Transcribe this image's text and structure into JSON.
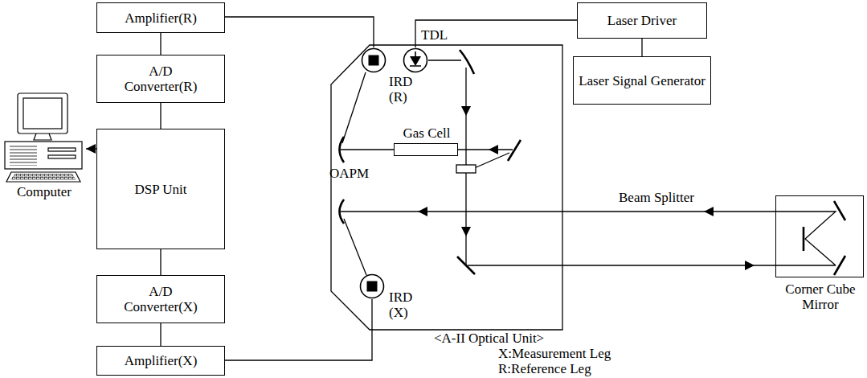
{
  "diagram": {
    "nodes": [
      {
        "text": [
          "Amplifier(R)"
        ]
      },
      {
        "text": [
          "A/D Converter(R)"
        ]
      },
      {
        "text": [
          "DSP Unit"
        ]
      },
      {
        "text": [
          "A/D Converter(X)"
        ]
      },
      {
        "text": [
          "Amplifier(X)"
        ]
      },
      {
        "text": [
          "Computer"
        ]
      },
      {
        "text": [
          "<A-II Optical Unit>"
        ]
      },
      {
        "text": [
          "IRD (R)"
        ],
        "in": 6
      },
      {
        "text": [
          "TDL"
        ],
        "in": 6
      },
      {
        "text": [
          "Gas Cell"
        ],
        "in": 6
      },
      {
        "text": [
          "IRD (X)"
        ],
        "in": 6
      },
      {
        "text": [
          "Laser Driver"
        ]
      },
      {
        "text": [
          "Laser Signal Generator"
        ]
      },
      {
        "text": [
          "Corner Cube Mirror"
        ]
      }
    ],
    "edges": [
      {
        "from": 0,
        "to": 1,
        "arrow": "none"
      },
      {
        "from": 1,
        "to": 2,
        "arrow": "none"
      },
      {
        "from": 2,
        "to": 3,
        "arrow": "none"
      },
      {
        "from": 3,
        "to": 4,
        "arrow": "none"
      },
      {
        "from": 2,
        "to": 5,
        "arrow": "to"
      },
      {
        "from": 0,
        "to": 7,
        "arrow": "none"
      },
      {
        "from": 4,
        "to": 10,
        "arrow": "none"
      },
      {
        "from": 11,
        "to": 8,
        "arrow": "none"
      },
      {
        "from": 11,
        "to": 12,
        "arrow": "none"
      }
    ],
    "labels": [
      "OAPM",
      "Beam Splitter",
      "X:Measurement Leg",
      "R:Reference Leg"
    ]
  }
}
